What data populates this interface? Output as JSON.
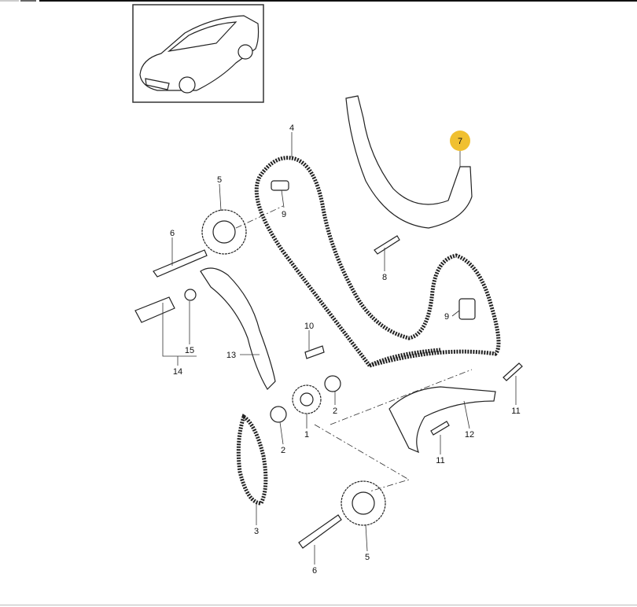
{
  "diagram": {
    "title": "Timing chain parts diagram",
    "highlight_color": "#f0c030",
    "callouts": [
      {
        "id": "c4",
        "label": "4"
      },
      {
        "id": "c5a",
        "label": "5"
      },
      {
        "id": "c9a",
        "label": "9"
      },
      {
        "id": "c6a",
        "label": "6"
      },
      {
        "id": "c7",
        "label": "7",
        "highlighted": true
      },
      {
        "id": "c8",
        "label": "8"
      },
      {
        "id": "c9b",
        "label": "9"
      },
      {
        "id": "c10",
        "label": "10"
      },
      {
        "id": "c15",
        "label": "15"
      },
      {
        "id": "c13",
        "label": "13"
      },
      {
        "id": "c14",
        "label": "14"
      },
      {
        "id": "c2a",
        "label": "2"
      },
      {
        "id": "c11a",
        "label": "11"
      },
      {
        "id": "c12",
        "label": "12"
      },
      {
        "id": "c1",
        "label": "1"
      },
      {
        "id": "c2b",
        "label": "2"
      },
      {
        "id": "c11b",
        "label": "11"
      },
      {
        "id": "c3",
        "label": "3"
      },
      {
        "id": "c6b",
        "label": "6"
      },
      {
        "id": "c5b",
        "label": "5"
      }
    ]
  }
}
